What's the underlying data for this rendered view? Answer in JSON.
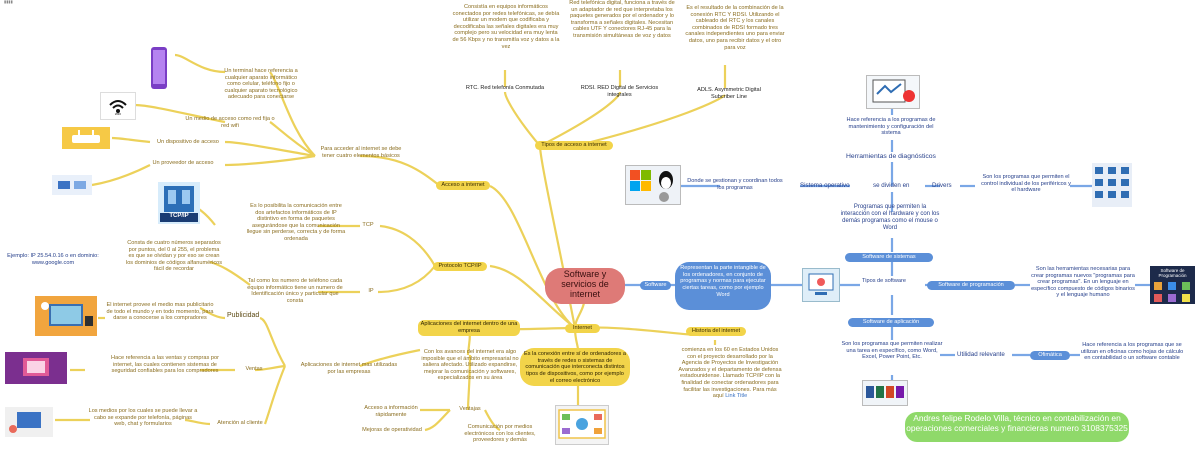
{
  "central": "Software y servicios de internet",
  "internet_label": "Internet",
  "internet_def": "Es la conexión entre sí de ordenadores a través de redes o sistemas de comunicación que interconecta distintos tipos de dispositivos, como por ejemplo el correo electrónico",
  "acceso": {
    "title": "Acceso a internet",
    "intro": "Para acceder al internet se debe tener cuatro elementos básicos",
    "terminal": "Un terminal hace referencia a cualquier aparato informático como celular, teléfono fijo o cualquier aparato tecnológico adecuado para conectarse",
    "medio": "Un medio de acceso como red fija o red wifi",
    "dispositivo": "Un dispositivo de acceso",
    "proveedor": "Un proveedor de acceso"
  },
  "tipos_acceso": {
    "title": "Tipos de acceso a internet",
    "rtc_desc": "Consistía en equipos informáticos conectados por redes telefónicas, se debía utilizar un modem que codificaba y decodificaba las señales digitales era muy complejo pero su velocidad era muy lenta de 56 Kbps y no transmitía voz y datos a la vez",
    "rtc": "RTC. Red telefonía Conmutada",
    "rdsi_desc": "Red telefónica digital, funciona a través de un adaptador de red que interpretaba los paquetes generados por el ordenador y lo transforma a señales digitales. Necesitan cables UTF Y conectores RJ-45 para la transmisión simultáneas de voz y datos",
    "rdsi": "RDSI. RED Digital de Servicios integrales",
    "adsl_desc": "Es el resultado de la combinación de la conexión RTC Y RDSI. Utilizando el cableado del RTC y los canales combinados de RDSI formado tres canales independientes uno para enviar datos, uno para recibir datos y el otro para voz",
    "adsl": "ADLS. Asymmetric Digital Subcriber Line"
  },
  "tcp": {
    "title": "Protocolo TCP/IP",
    "tcp_label": "TCP",
    "tcp_desc": "Es lo posibilita la comunicación entre dos artefactos informáticos de IP distintivo en forma de paquetes asegurándose que la comunicación llegue sin perderse, correcta y de forma ordenada",
    "ip_label": "IP",
    "ip_desc": "Tal como los numero de teléfono cada equipo informático tiene un numero de Identificación único y particular que consta",
    "ip_numbers": "Consta de cuatro números separados por puntos, del 0 al 255, el problema es que se olvidan y por eso se crean los dominios de códigos alfanuméricos fácil de recordar",
    "ip_example": "Ejemplo: IP 25.54.0.16 o en dominio: www.google.com"
  },
  "aplicaciones": {
    "title": "Aplicaciones del internet dentro de una empresa",
    "desc": "Con los avances del internet era algo imposible que el ámbito empresarial no saliera afectado. Utilizado expandirse, mejorar la comunicación y softwares, especializados en su área",
    "mas_utilizadas": "Aplicaciones de internet mas utilizadas por las empresas",
    "publicidad": "Publicidad",
    "publicidad_desc": "El internet provee el medio mas publicitario de todo el mundo y en todo momento, para darse a conocerse a los compradores",
    "ventas": "Ventas",
    "ventas_desc": "Hace referencia a las ventas y compras por internet, las cuales contienen sistemas de seguridad confiables para los compradores",
    "atencion": "Atención al cliente",
    "atencion_desc": "Los medios por los cuales se puede llevar a cabo se expande por telefonía, páginas web, chat y formularios",
    "ventajas": "Ventajas",
    "ventaja1": "Acceso a información rápidamente",
    "ventaja2": "Mejoras de operatividad",
    "ventaja3": "Comunicación por medios electrónicos con los clientes, proveedores y demás"
  },
  "historia": {
    "title": "Historia del internet",
    "desc": "comienza en los 60 en Estados Unidos con el proyecto desarrollado por la Agencia de Proyectos de Investigación Avanzados y el departamento de defensa estadounidense. Llamado TCP/IP con la finalidad de conectar ordenadores para facilitar las investigaciones. Para más aquí",
    "link": "Link Title"
  },
  "software": {
    "label": "Software",
    "def": "Representan la parte intangible de los ordenadores, en conjunto de programas y normas para ejecutar ciertas tareas, como por ejemplo Word",
    "tipos": "Tipos de software",
    "sistemas": "Software de sistemas",
    "sistemas_desc": "Programas que permiten la interacción con el hardware y con los demás programas como el mouse o Word",
    "so": "Sistema operativo",
    "so_desc": "Donde se gestionan y coordinan todos los programas",
    "se_dividen": "se dividen en",
    "drivers": "Drivers",
    "drivers_desc": "Son los programas que permiten el control individual de los periféricos y el hardware",
    "diag": "Herramientas de diagnósticos",
    "diag_desc": "Hace referencia a los programas de mantenimiento y configuración del sistema",
    "programacion": "Software de programación",
    "programacion_desc": "Son las herramientas necesarias para crear programas nuevos \"programas para crear programas\". En un lenguaje en específico compuesto de códigos binarios y el lenguaje humano",
    "programacion_img": "Software de Programación",
    "aplicacion": "Software de aplicación",
    "aplicacion_desc": "Son los programas que permiten realizar una tarea en específico, como Word, Excel, Power Point, Etc.",
    "utilidad": "Utilidad relevante",
    "ofimatica": "Ofimática",
    "ofimatica_desc": "Hace referencia a los programas que se utilizan en oficinas como hojas de cálculo en contabilidad o un software contable"
  },
  "images": {
    "tcpip": "TCP/IP",
    "wifi": "WIFI"
  },
  "footer": "Andres felipe Rodelo Villa, técnico en contabilización en operaciones comerciales y financieras numero 3108375325",
  "colors": {
    "yellow": "#f2d44a",
    "blue": "#5b8fd8",
    "central": "#de7a77",
    "footer": "#8fd96a",
    "link_yellow": "#ecd15a",
    "link_blue": "#7aa7e6"
  }
}
